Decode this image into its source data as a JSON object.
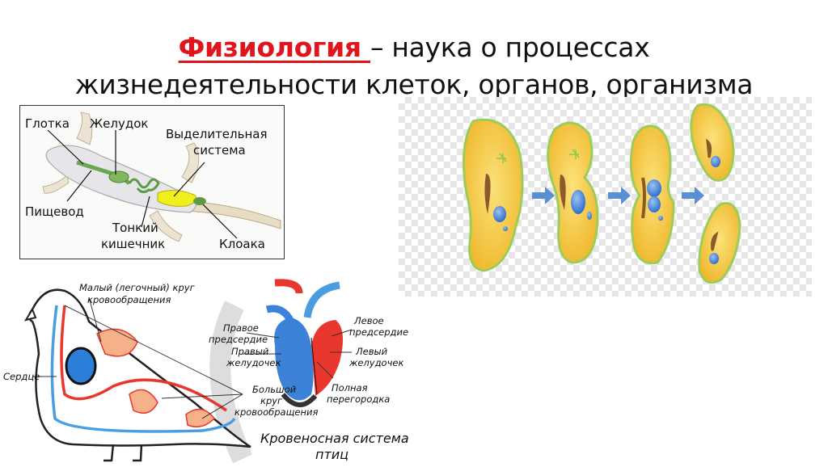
{
  "slide": {
    "title_keyword": "Физиология ",
    "title_rest_line1": "– наука о процессах",
    "title_line2": "жизнедеятельности клеток, органов, организма",
    "accent_color": "#e0141a"
  },
  "lizard_diagram": {
    "labels": {
      "glotka": "Глотка",
      "zheludok": "Желудок",
      "vydelitelnaya": "Выделительная",
      "sistema": "система",
      "pishchevod": "Пищевод",
      "tonkiy": "Тонкий",
      "kishechnik": "кишечник",
      "kloaka": "Клоака"
    }
  },
  "cell_division_diagram": {
    "stages": [
      "parent-cell",
      "constricting-cell",
      "dividing-cell",
      "daughter-cells"
    ],
    "arrow_color": "#5b8fd4",
    "cell_color": "#f4c94a",
    "nucleus_color": "#3d7fd6"
  },
  "bird_diagram": {
    "labels": {
      "maly_krug_1": "Малый (легочный) круг",
      "maly_krug_2": "кровообращения",
      "serdce": "Сердце",
      "pravoe_1": "Правое",
      "pravoe_2": "предсердие",
      "pravy_1": "Правый",
      "pravy_2": "желудочек",
      "levoe_1": "Левое",
      "levoe_2": "предсердие",
      "levy_1": "Левый",
      "levy_2": "желудочек",
      "bolshoy_1": "Большой",
      "bolshoy_2": "круг",
      "bolshoy_3": "кровообращения",
      "polnaya_1": "Полная",
      "polnaya_2": "перегородка",
      "caption_1": "Кровеносная система",
      "caption_2": "птиц"
    }
  }
}
